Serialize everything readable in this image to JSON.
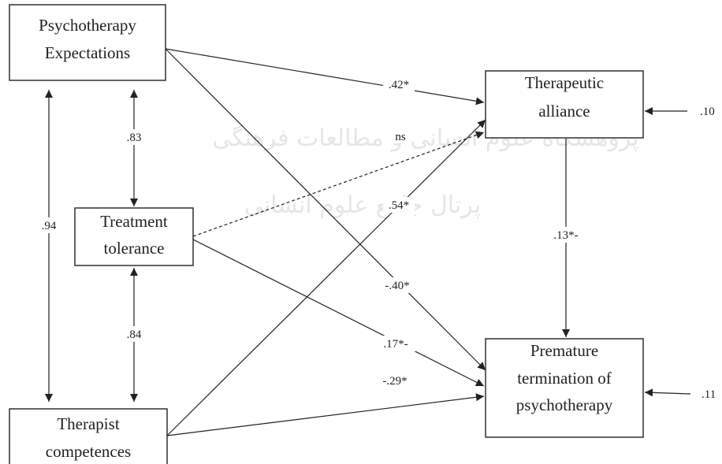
{
  "nodes": {
    "psychotherapy_expectations": [
      "Psychotherapy",
      "Expectations"
    ],
    "treatment_tolerance": [
      "Treatment",
      "tolerance"
    ],
    "therapist_competences": [
      "Therapist",
      "competences"
    ],
    "therapeutic_alliance": [
      "Therapeutic",
      "alliance"
    ],
    "premature_termination": [
      "Premature",
      "termination of",
      "psychotherapy"
    ]
  },
  "coefficients": {
    "expect_alliance": ".42*",
    "tolerance_alliance": "ns",
    "competence_alliance": ".54*",
    "expect_termination": "-.40*",
    "tolerance_termination": ".17*-",
    "competence_termination": "-.29*",
    "alliance_termination": ".13*-",
    "expect_tolerance_corr": ".83",
    "tolerance_competence_corr": ".84",
    "expect_competence_corr": ".94",
    "alliance_error": ".10",
    "termination_error": ".11"
  },
  "watermark": [
    "پرتال جامع علوم انسانی",
    "پژوهشگاه علوم انسانی و مطالعات فرهنگی"
  ]
}
